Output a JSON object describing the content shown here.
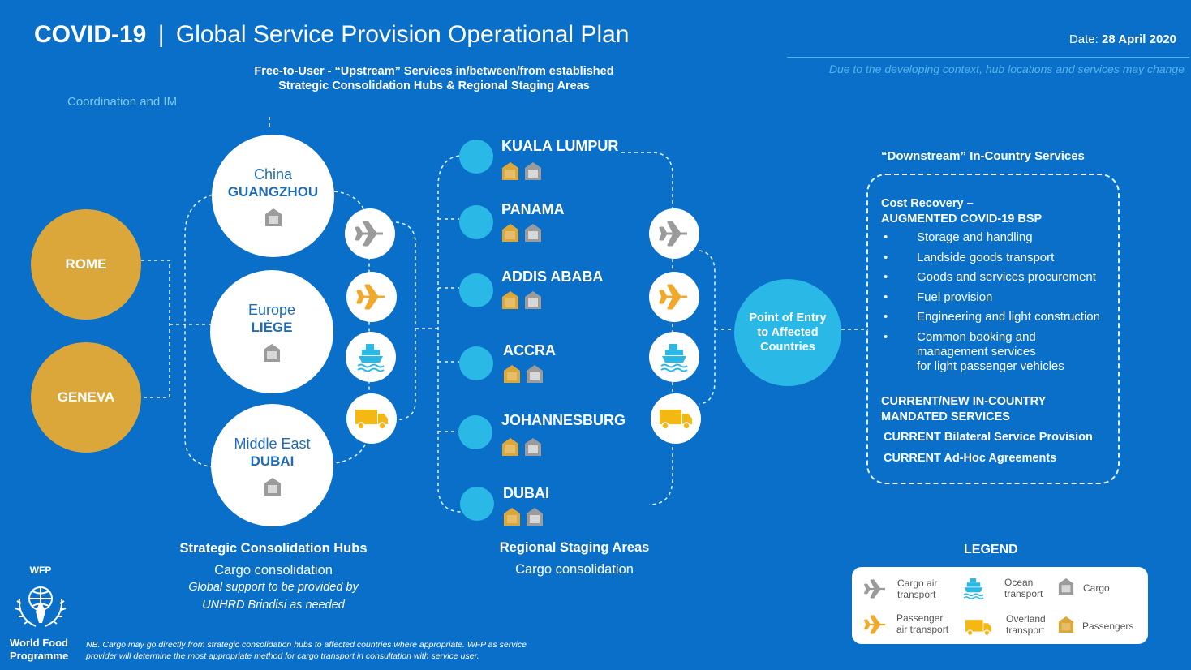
{
  "header": {
    "title_bold": "COVID-19",
    "title_sep": "|",
    "title_rest": "Global Service Provision Operational Plan",
    "date_label": "Date:",
    "date_value": "28 April 2020",
    "disclaimer": "Due to the developing context, hub locations and services may change"
  },
  "upstream": {
    "line1": "Free-to-User - “Upstream” Services in/between/from established",
    "line2": "Strategic Consolidation Hubs & Regional Staging Areas"
  },
  "coordination": "Coordination and IM",
  "origins": [
    "ROME",
    "GENEVA"
  ],
  "hubs": [
    {
      "region": "China",
      "city": "GUANGZHOU"
    },
    {
      "region": "Europe",
      "city": "LIÈGE"
    },
    {
      "region": "Middle East",
      "city": "DUBAI"
    }
  ],
  "hubs_label": {
    "title": "Strategic Consolidation Hubs",
    "sub": "Cargo consolidation",
    "note1": "Global support to be provided by",
    "note2": "UNHRD Brindisi as needed"
  },
  "staging": [
    "KUALA LUMPUR",
    "PANAMA",
    "ADDIS ABABA",
    "ACCRA",
    "JOHANNESBURG",
    "DUBAI"
  ],
  "staging_label": {
    "title": "Regional Staging Areas",
    "sub": "Cargo consolidation"
  },
  "transport_icons": [
    "cargo-air-icon",
    "passenger-air-icon",
    "ocean-transport-icon",
    "overland-transport-icon"
  ],
  "entry": {
    "line1": "Point of Entry",
    "line2": "to Affected",
    "line3": "Countries"
  },
  "downstream": {
    "title": "“Downstream” In-Country Services",
    "cost_h1": "Cost Recovery –",
    "cost_h2": "AUGMENTED COVID-19 BSP",
    "items": [
      "Storage and handling",
      "Landside goods transport",
      "Goods and services procurement",
      "Fuel provision",
      "Engineering and light construction"
    ],
    "item_last": [
      "Common booking and",
      "management services",
      "for light passenger vehicles"
    ],
    "bullet": "•",
    "mandated_h1": "CURRENT/NEW IN-COUNTRY",
    "mandated_h2": "MANDATED SERVICES",
    "bilateral": "CURRENT Bilateral Service Provision",
    "adhoc": "CURRENT Ad-Hoc Agreements"
  },
  "legend": {
    "title": "LEGEND",
    "cargo_air": [
      "Cargo air",
      "transport"
    ],
    "ocean": [
      "Ocean",
      "transport"
    ],
    "cargo": "Cargo",
    "passenger_air": [
      "Passenger",
      "air transport"
    ],
    "overland": [
      "Overland",
      "transport"
    ],
    "passengers": "Passengers"
  },
  "logo": {
    "acronym": "WFP",
    "name1": "World Food",
    "name2": "Programme"
  },
  "footnote": {
    "line1": "NB. Cargo may go directly from strategic consolidation hubs  to affected countries where appropriate. WFP as service",
    "line2": "provider will determine the most appropriate method for cargo transport in consultation with service user."
  },
  "colors": {
    "background": "#0a6fc9",
    "gold": "#dca73a",
    "cyan": "#2ab8e6",
    "cargo_grey": "#9b9b9b",
    "passenger_air": "#f0a92c"
  }
}
